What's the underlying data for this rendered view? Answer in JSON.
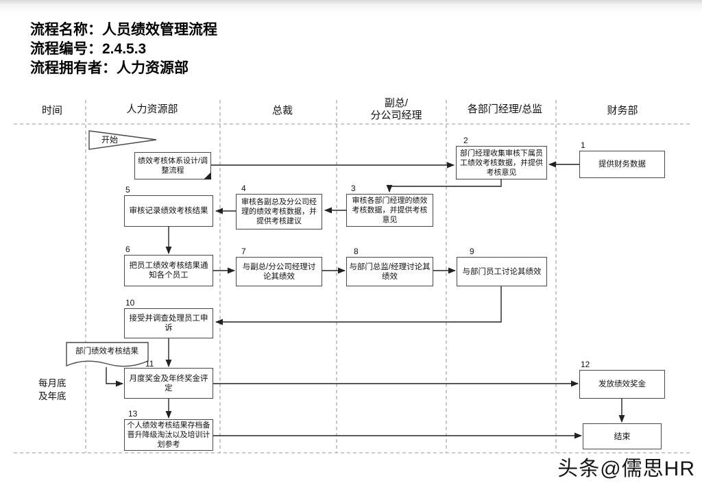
{
  "header": {
    "lines": [
      "流程名称：人员绩效管理流程",
      "流程编号：2.4.5.3",
      "流程拥有者：人力资源部"
    ]
  },
  "lanes": [
    {
      "label": "时间"
    },
    {
      "label": "人力资源部"
    },
    {
      "label": "总裁"
    },
    {
      "label": "副总/\n分公司经理"
    },
    {
      "label": "各部门经理/总监"
    },
    {
      "label": "财务部"
    }
  ],
  "side_label": "每月底\n及年底",
  "nodes": [
    {
      "id": "start",
      "label": "开始"
    },
    {
      "id": "system-design",
      "label": "绩效考核体系设计/调整流程"
    },
    {
      "id": "step1",
      "number": "1",
      "label": "提供财务数据"
    },
    {
      "id": "step2",
      "number": "2",
      "label": "部门经理收集审核下属员工绩效考核数据，并提供考核意见"
    },
    {
      "id": "step3",
      "number": "3",
      "label": "审核各部门经理的绩效考核数据，并提供考核意见"
    },
    {
      "id": "step4",
      "number": "4",
      "label": "审核各副总及分公司经理的绩效考核数据，并提供考核建议"
    },
    {
      "id": "step5",
      "number": "5",
      "label": "审核记录绩效考核结果"
    },
    {
      "id": "step6",
      "number": "6",
      "label": "把员工绩效考核结果通知各个员工"
    },
    {
      "id": "step7",
      "number": "7",
      "label": "与副总/分公司经理讨论其绩效"
    },
    {
      "id": "step8",
      "number": "8",
      "label": "与部门总监/经理讨论其绩效"
    },
    {
      "id": "step9",
      "number": "9",
      "label": "与部门员工讨论其绩效"
    },
    {
      "id": "step10",
      "number": "10",
      "label": "接受并调查处理员工申诉"
    },
    {
      "id": "doc",
      "label": "部门绩效考核结果"
    },
    {
      "id": "step11",
      "number": "11",
      "label": "月度奖金及年终奖金评定"
    },
    {
      "id": "step12",
      "number": "12",
      "label": "发放绩效奖金"
    },
    {
      "id": "step13",
      "number": "13",
      "label": "个人绩效考核结果存档备晋升降级淘汰以及培训计划参考"
    },
    {
      "id": "end",
      "label": "结束"
    }
  ],
  "edges": [
    {
      "from": "system-design",
      "to": "step2"
    },
    {
      "from": "step1",
      "to": "step2"
    },
    {
      "from": "step2",
      "to": "step3"
    },
    {
      "from": "step3",
      "to": "step4"
    },
    {
      "from": "step4",
      "to": "step5"
    },
    {
      "from": "step5",
      "to": "step6"
    },
    {
      "from": "step6",
      "to": "step7"
    },
    {
      "from": "step7",
      "to": "step8"
    },
    {
      "from": "step8",
      "to": "step9"
    },
    {
      "from": "step9",
      "to": "step10"
    },
    {
      "from": "step10",
      "to": "step11"
    },
    {
      "from": "doc",
      "to": "step11"
    },
    {
      "from": "step11",
      "to": "step12"
    },
    {
      "from": "step11",
      "to": "step13"
    },
    {
      "from": "step13",
      "to": "end"
    },
    {
      "from": "step12",
      "to": "end"
    }
  ],
  "watermark": "头条@儒思HR",
  "colors": {
    "line": "#222222",
    "box_border": "#474747",
    "dashed": "#999999",
    "text": "#111111"
  }
}
